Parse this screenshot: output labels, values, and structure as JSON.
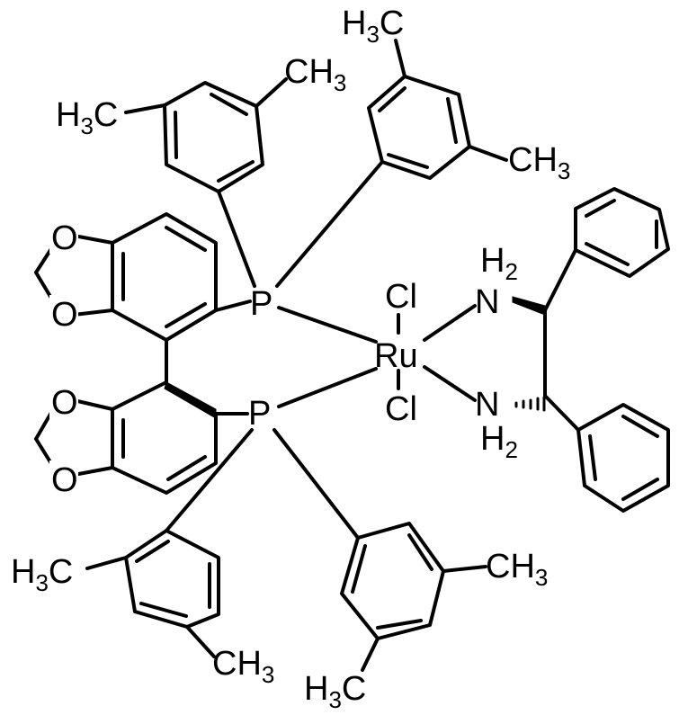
{
  "molecule": {
    "metal": "Ru",
    "chloride_top": "Cl",
    "chloride_bottom": "Cl",
    "phosphorus_top": "P",
    "phosphorus_bottom": "P",
    "oxygen": "O",
    "nitrogen": "N",
    "h2_prefix": "H",
    "h2_subscript": "2",
    "ch3_c": "C",
    "ch3_h": "H",
    "ch3_subscript": "3"
  }
}
